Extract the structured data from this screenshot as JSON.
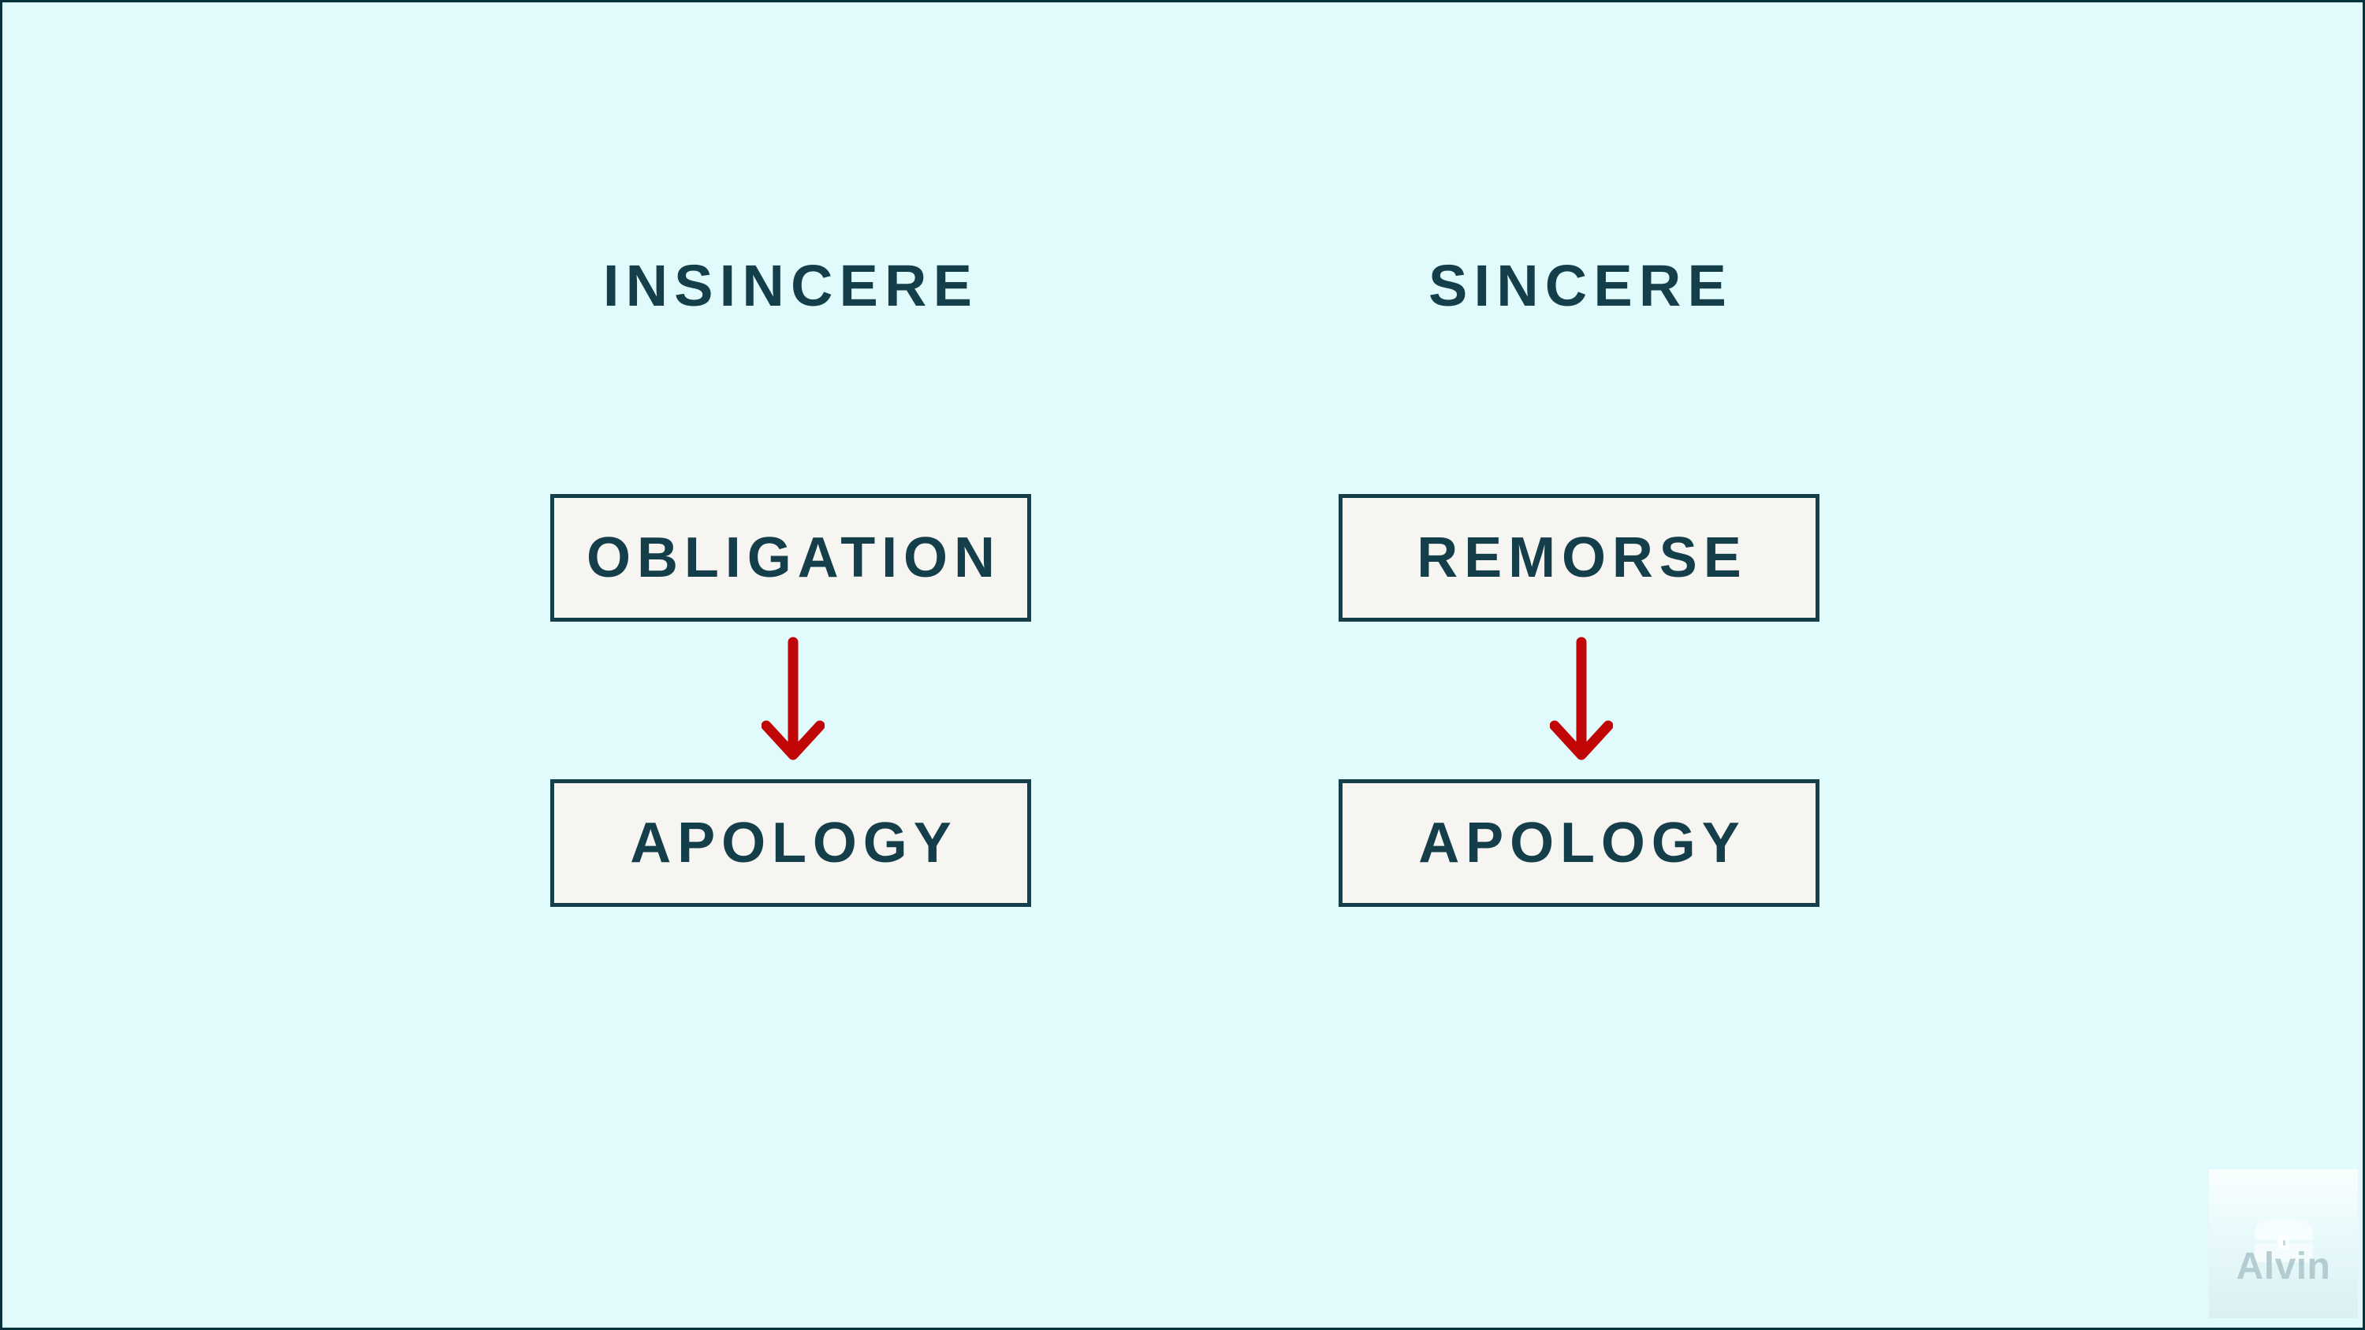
{
  "diagram": {
    "title_hint": "insincere vs sincere apology flow",
    "columns": [
      {
        "heading": "INSINCERE",
        "top_box": "OBLIGATION",
        "bottom_box": "APOLOGY"
      },
      {
        "heading": "SINCERE",
        "top_box": "REMORSE",
        "bottom_box": "APOLOGY"
      }
    ]
  },
  "colors": {
    "background": "#e1fbfd",
    "outer_border": "#06323e",
    "box_border_and_text": "#143e49",
    "box_fill": "#f7f5f2",
    "arrow_red": "#c00606",
    "watermark_text": "#a4c0c6"
  },
  "icons": {
    "down_arrow": "red downward arrow connecting boxes",
    "watermark_icon": "treasure-chest-icon"
  },
  "watermark": {
    "label": "Alvin"
  }
}
